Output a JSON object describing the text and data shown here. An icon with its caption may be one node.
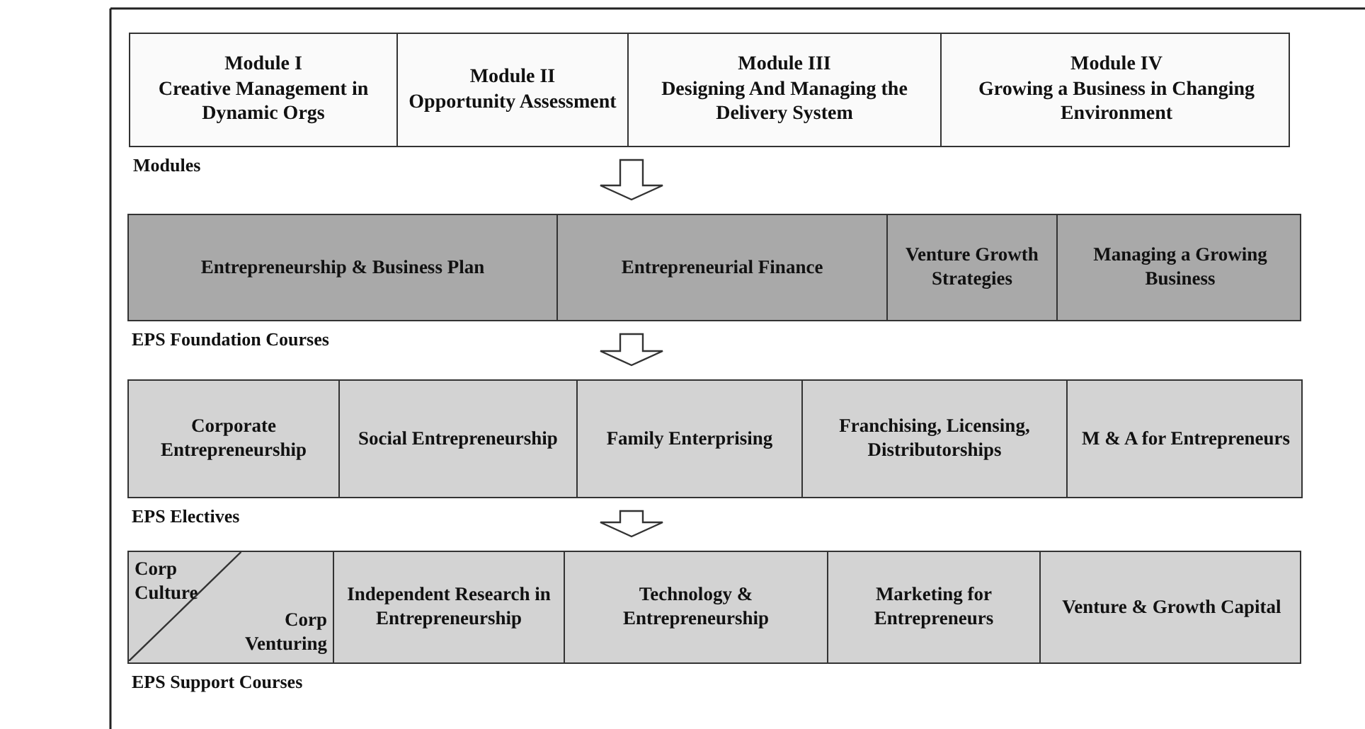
{
  "diagram": {
    "nodes": [
      {
        "text": [
          "Modules"
        ]
      },
      {
        "text": [
          "Module I",
          "Creative Management in Dynamic Orgs"
        ],
        "in": 0
      },
      {
        "text": [
          "Module II",
          "Opportunity Assessment"
        ],
        "in": 0
      },
      {
        "text": [
          "Module III",
          "Designing And Managing the Delivery System"
        ],
        "in": 0
      },
      {
        "text": [
          "Module IV",
          "Growing a Business in Changing Environment"
        ],
        "in": 0
      },
      {
        "text": [
          "EPS Foundation Courses"
        ]
      },
      {
        "text": [
          "Entrepreneurship & Business Plan"
        ],
        "in": 5
      },
      {
        "text": [
          "Entrepreneurial Finance"
        ],
        "in": 5
      },
      {
        "text": [
          "Venture Growth Strategies"
        ],
        "in": 5
      },
      {
        "text": [
          "Managing a Growing Business"
        ],
        "in": 5
      },
      {
        "text": [
          "EPS Electives"
        ]
      },
      {
        "text": [
          "Corporate Entrepreneurship"
        ],
        "in": 10
      },
      {
        "text": [
          "Social Entrepreneurship"
        ],
        "in": 10
      },
      {
        "text": [
          "Family Enterprising"
        ],
        "in": 10
      },
      {
        "text": [
          "Franchising, Licensing, Distributorships"
        ],
        "in": 10
      },
      {
        "text": [
          "M & A for Entrepreneurs"
        ],
        "in": 10
      },
      {
        "text": [
          "EPS Support Courses"
        ]
      },
      {
        "text": [
          "Corp Culture",
          "Corp Venturing"
        ],
        "in": 16
      },
      {
        "text": [
          "Independent Research in Entrepreneurship"
        ],
        "in": 16
      },
      {
        "text": [
          "Technology & Entrepreneurship"
        ],
        "in": 16
      },
      {
        "text": [
          "Marketing for Entrepreneurs"
        ],
        "in": 16
      },
      {
        "text": [
          "Venture & Growth Capital"
        ],
        "in": 16
      }
    ],
    "edges": [
      {
        "from": 0,
        "to": 5,
        "arrow": "to"
      },
      {
        "from": 5,
        "to": 10,
        "arrow": "to"
      },
      {
        "from": 10,
        "to": 16,
        "arrow": "to"
      }
    ]
  }
}
